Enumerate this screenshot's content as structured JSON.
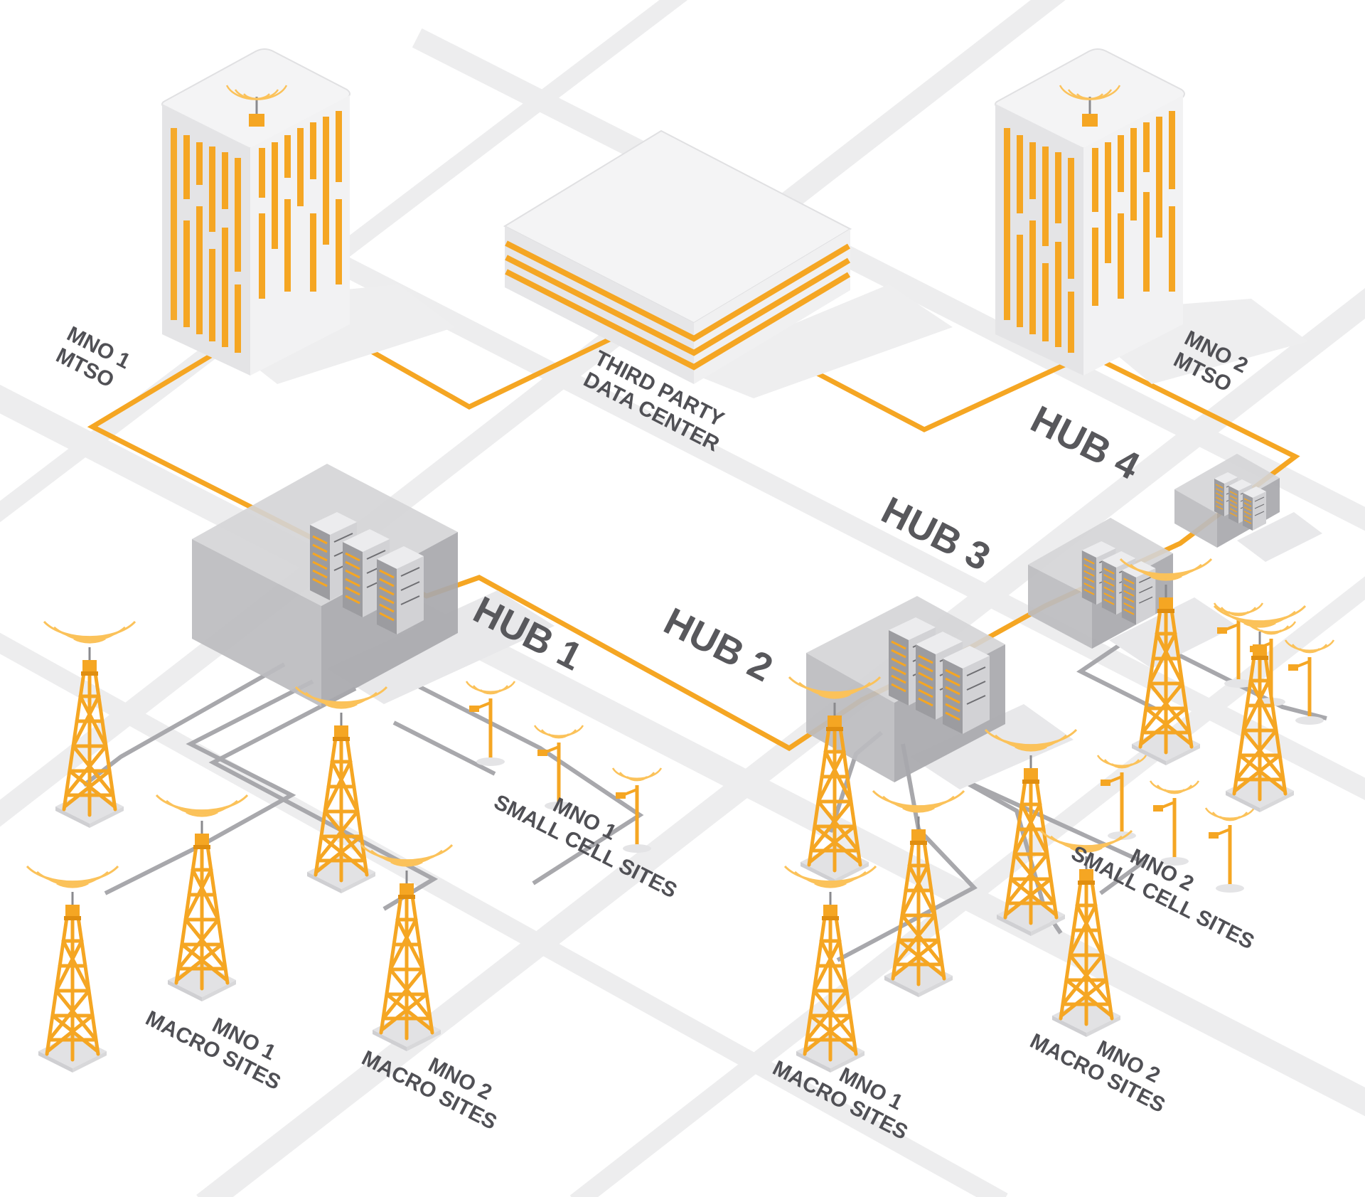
{
  "labels": {
    "mno1_mtso": [
      "MNO 1",
      "MTSO"
    ],
    "mno2_mtso": [
      "MNO 2",
      "MTSO"
    ],
    "data_center": [
      "THIRD PARTY",
      "DATA CENTER"
    ],
    "hub1": "HUB 1",
    "hub2": "HUB 2",
    "hub3": "HUB 3",
    "hub4": "HUB 4",
    "left_small_cells": [
      "MNO 1",
      "SMALL CELL SITES"
    ],
    "right_small_cells": [
      "MNO 2",
      "SMALL CELL SITES"
    ],
    "left_mno1_macro": [
      "MNO 1",
      "MACRO SITES"
    ],
    "left_mno2_macro": [
      "MNO 2",
      "MACRO SITES"
    ],
    "right_mno1_macro": [
      "MNO 1",
      "MACRO SITES"
    ],
    "right_mno2_macro": [
      "MNO 2",
      "MACRO SITES"
    ]
  },
  "colors": {
    "accent": "#f5a623",
    "accent_light": "#fbc25a",
    "link_gray": "#a8a8ac",
    "road": "#ededee",
    "hub_gray": "#b5b5b8",
    "text": "#505055"
  }
}
